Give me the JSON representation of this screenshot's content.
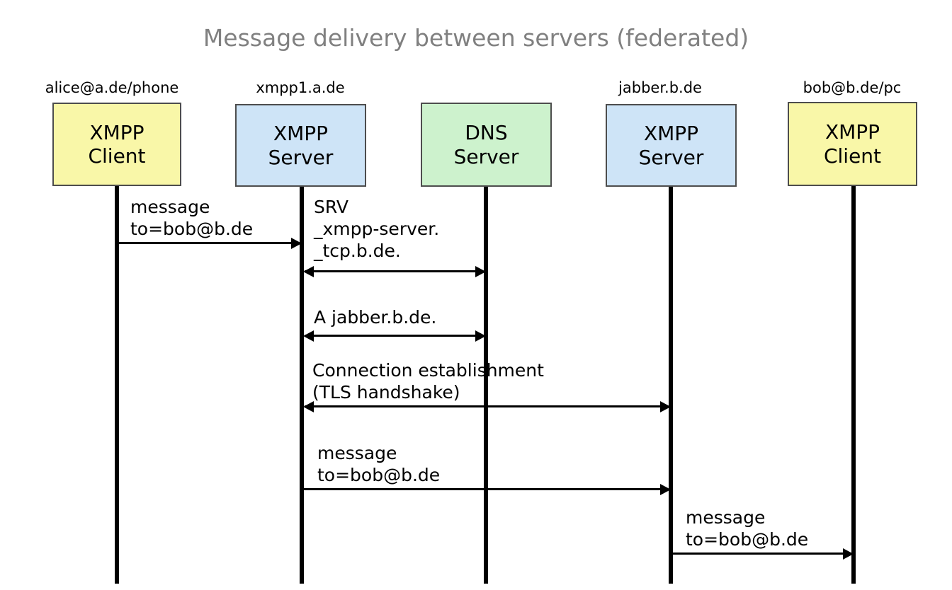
{
  "title": "Message delivery between servers (federated)",
  "colors": {
    "client_fill": "#f9f7a8",
    "server_fill": "#cee4f7",
    "dns_fill": "#cdf2cd",
    "box_stroke": "#4d4d4d",
    "line": "#000000",
    "title_color": "#808080",
    "background": "#ffffff"
  },
  "participants": [
    {
      "id": "alice-client",
      "header": "alice@a.de/phone",
      "line1": "XMPP",
      "line2": "Client",
      "fill": "#f9f7a8"
    },
    {
      "id": "xmpp1-a-de-server",
      "header": "xmpp1.a.de",
      "line1": "XMPP",
      "line2": "Server",
      "fill": "#cee4f7"
    },
    {
      "id": "dns-server",
      "header": "",
      "line1": "DNS",
      "line2": "Server",
      "fill": "#cdf2cd"
    },
    {
      "id": "jabber-b-de-server",
      "header": "jabber.b.de",
      "line1": "XMPP",
      "line2": "Server",
      "fill": "#cee4f7"
    },
    {
      "id": "bob-client",
      "header": "bob@b.de/pc",
      "line1": "XMPP",
      "line2": "Client",
      "fill": "#f9f7a8"
    }
  ],
  "messages": [
    {
      "id": "msg-alice-to-server",
      "from": "alice-client",
      "to": "xmpp1-a-de-server",
      "direction": "right",
      "line1": "message",
      "line2": "to=bob@b.de"
    },
    {
      "id": "dns-srv-query",
      "from": "xmpp1-a-de-server",
      "to": "dns-server",
      "direction": "both",
      "line1": "SRV",
      "line2": "_xmpp-server.",
      "line3": "_tcp.b.de."
    },
    {
      "id": "dns-a-query",
      "from": "xmpp1-a-de-server",
      "to": "dns-server",
      "direction": "both",
      "line1": "A jabber.b.de."
    },
    {
      "id": "tls-connection",
      "from": "xmpp1-a-de-server",
      "to": "jabber-b-de-server",
      "direction": "both",
      "line1": "Connection establishment",
      "line2": "(TLS handshake)"
    },
    {
      "id": "msg-server-to-server",
      "from": "xmpp1-a-de-server",
      "to": "jabber-b-de-server",
      "direction": "right",
      "line1": "message",
      "line2": "to=bob@b.de"
    },
    {
      "id": "msg-server-to-bob",
      "from": "jabber-b-de-server",
      "to": "bob-client",
      "direction": "right",
      "line1": "message",
      "line2": "to=bob@b.de"
    }
  ]
}
